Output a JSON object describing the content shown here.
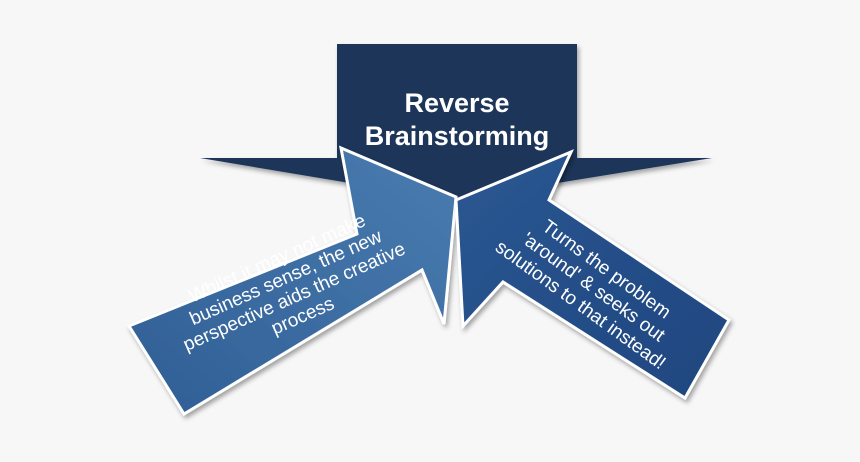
{
  "title": {
    "line1": "Reverse",
    "line2": "Brainstorming"
  },
  "left_arrow": {
    "lines": [
      "Whilst it may not make",
      "business sense, the new",
      "perspective aids the creative",
      "process"
    ]
  },
  "right_arrow": {
    "lines": [
      "Turns the problem",
      "'around' & seeks out",
      "solutions to that instead!"
    ]
  },
  "colors": {
    "background": "#f7f7f7",
    "central_shape": "#1a3559",
    "left_arrow": "#3d6ea3",
    "right_arrow": "#234d86",
    "outline": "#ffffff",
    "text": "#ffffff"
  }
}
